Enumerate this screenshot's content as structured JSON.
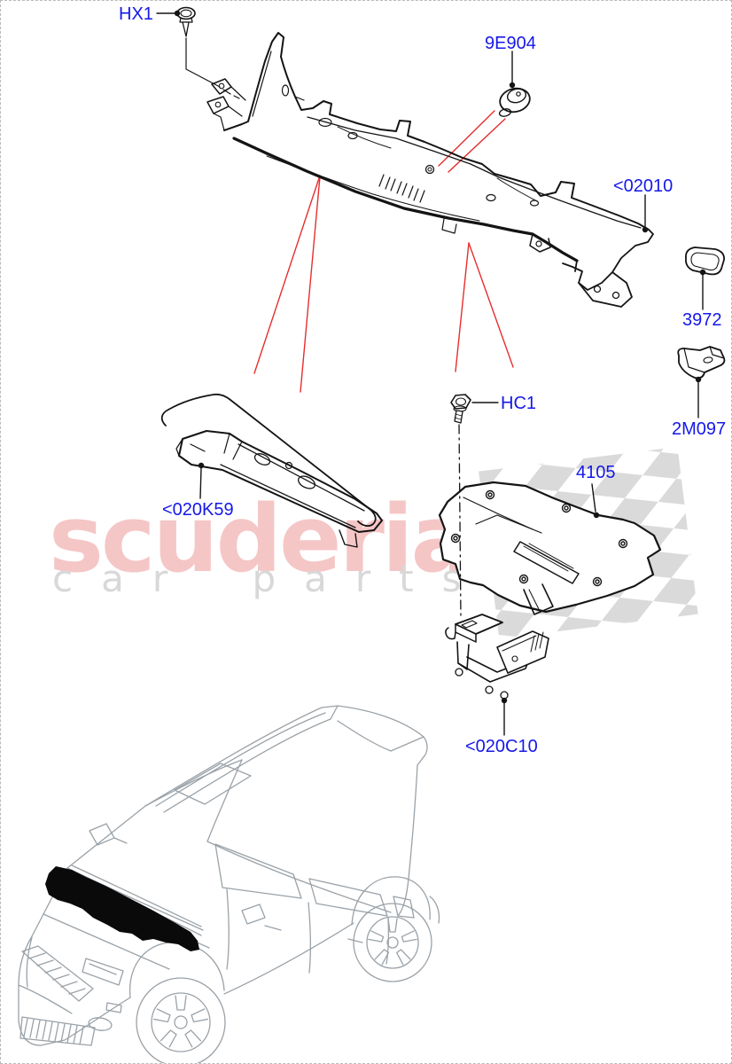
{
  "watermark": {
    "brand": "scuderia",
    "subtitle": "car parts",
    "brand_color": "#F5C6C6",
    "subtitle_color": "#D8D8D8",
    "flag_color": "#DADADA"
  },
  "diagram": {
    "description": "Exploded parts diagram of cowl / plenum panel area with vehicle location illustration",
    "colors": {
      "label_blue": "#1518E8",
      "callout_red": "#E62E2E",
      "line_black": "#141414",
      "vehicle_gray": "#9AA2A8"
    },
    "labels": [
      {
        "id": "HX1",
        "text": "HX1"
      },
      {
        "id": "9E904",
        "text": "9E904"
      },
      {
        "id": "02010",
        "text": "<02010"
      },
      {
        "id": "3972",
        "text": "3972"
      },
      {
        "id": "2M097",
        "text": "2M097"
      },
      {
        "id": "HC1",
        "text": "HC1"
      },
      {
        "id": "4105",
        "text": "4105"
      },
      {
        "id": "020K59",
        "text": "<020K59"
      },
      {
        "id": "020C10",
        "text": "<020C10"
      }
    ]
  }
}
